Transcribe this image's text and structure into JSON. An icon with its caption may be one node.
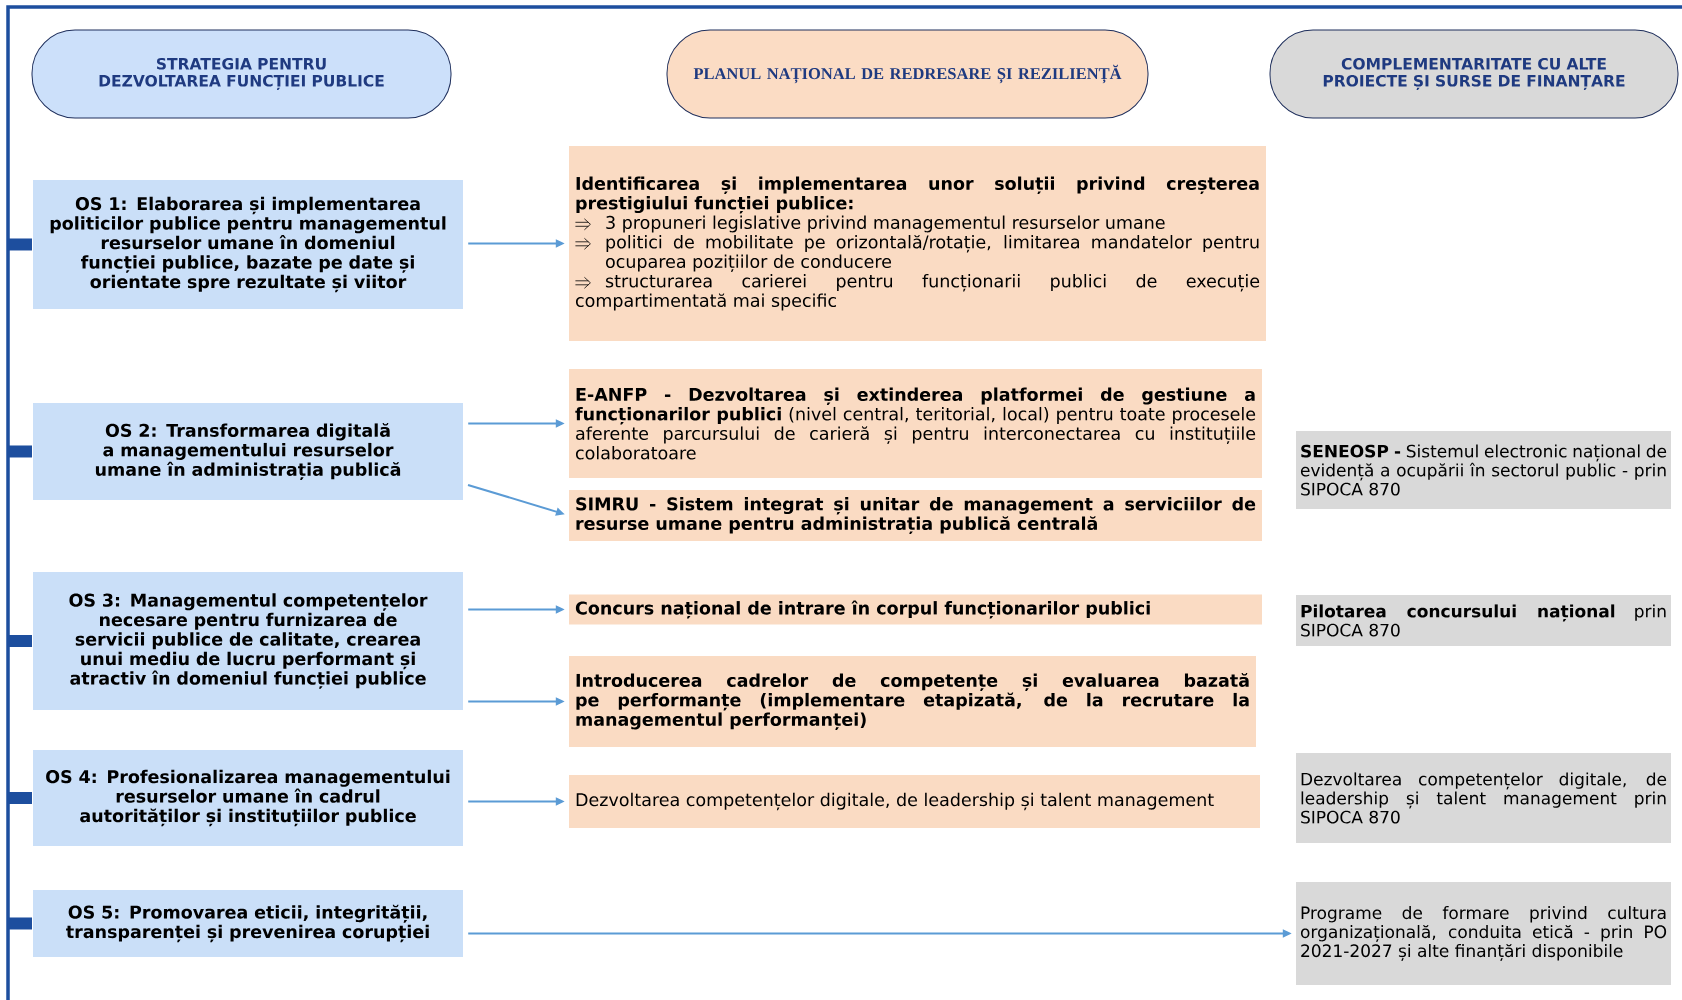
{
  "diagram": {
    "nodes": [
      {
        "text": [
          "STRATEGIA PENTRU DEZVOLTAREA FUNCȚIEI PUBLICE"
        ]
      },
      {
        "text": [
          "PLANUL NAȚIONAL DE REDRESARE ȘI REZILIENȚĂ"
        ]
      },
      {
        "text": [
          "COMPLEMENTARITATE CU ALTE PROIECTE ȘI SURSE DE FINANȚARE"
        ]
      },
      {
        "text": [
          "OS 1: Elaborarea și implementarea politicilor publice pentru managementul resurselor umane în domeniul funcției publice, bazate pe date și orientate spre rezultate și viitor"
        ]
      },
      {
        "text": [
          "Identificarea și implementarea unor soluții privind creșterea prestigiului funcției publice:",
          "3 propuneri legislative privind managementul resurselor umane",
          "politici de mobilitate pe orizontală/rotație, limitarea mandatelor pentru ocuparea pozițiilor de conducere",
          "structurarea carierei pentru funcționarii publici de execuție compartimentată mai specific"
        ]
      },
      {
        "text": [
          "OS 2: Transformarea digitală a managementului resurselor umane în administrația publică"
        ]
      },
      {
        "text": [
          "**E-ANFP - Dezvoltarea și extinderea platformei de gestiune a funcționarilor publici** (nivel central, teritorial, local) pentru toate procesele aferente parcursului de carieră și pentru interconectarea cu instituțiile colaboratoare"
        ]
      },
      {
        "text": [
          "**SENEOSP -** Sistemul electronic național de evidență a ocupării în sectorul public - prin SIPOCA 870"
        ]
      },
      {
        "text": [
          "SIMRU - Sistem integrat și unitar de management a serviciilor de resurse umane pentru administrația publică centrală"
        ]
      },
      {
        "text": [
          "OS 3: Managementul competențelor necesare pentru furnizarea de servicii publice de calitate, crearea unui mediu de lucru performant și atractiv în domeniul funcției publice"
        ]
      },
      {
        "text": [
          "Concurs național de intrare în corpul funcționarilor publici"
        ]
      },
      {
        "text": [
          "**Pilotarea concursului național** prin SIPOCA 870"
        ]
      },
      {
        "text": [
          "Introducerea cadrelor de competențe și evaluarea bazată pe performanțe (implementare etapizată, de la recrutare la managementul performanței)"
        ]
      },
      {
        "text": [
          "OS 4: Profesionalizarea managementului resurselor umane în cadrul autorităților și instituțiilor publice"
        ]
      },
      {
        "text": [
          "Dezvoltarea competențelor digitale, de leadership și talent management"
        ]
      },
      {
        "text": [
          "Dezvoltarea competențelor digitale, de leadership și talent management prin SIPOCA 870"
        ]
      },
      {
        "text": [
          "OS 5: Promovarea eticii, integrității, transparenței și prevenirea corupției"
        ]
      },
      {
        "text": [
          "Programe de formare privind cultura organizațională, conduita etică - prin PO 2021-2027 și alte finanțări disponibile"
        ]
      }
    ],
    "edges": [
      {
        "from": 3,
        "to": 4,
        "arrow": "to"
      },
      {
        "from": 5,
        "to": 6,
        "arrow": "to"
      },
      {
        "from": 5,
        "to": 8,
        "arrow": "to"
      },
      {
        "from": 9,
        "to": 10,
        "arrow": "to"
      },
      {
        "from": 9,
        "to": 12,
        "arrow": "to"
      },
      {
        "from": 13,
        "to": 14,
        "arrow": "to"
      },
      {
        "from": 16,
        "to": 17,
        "arrow": "to"
      }
    ]
  }
}
